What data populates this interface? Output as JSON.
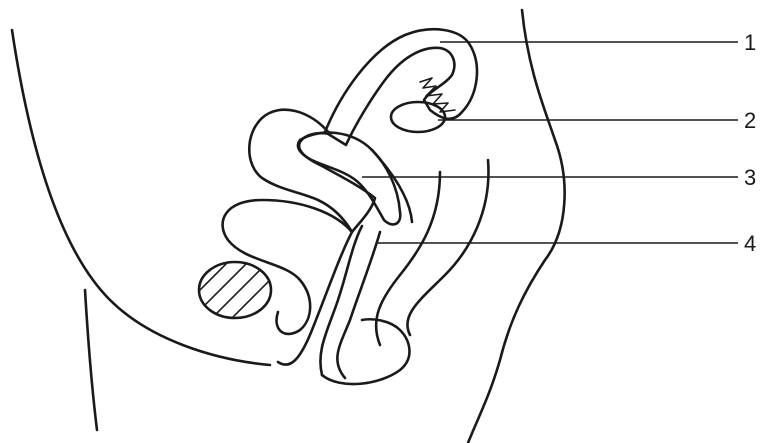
{
  "labels": [
    {
      "id": "1",
      "text": "1"
    },
    {
      "id": "2",
      "text": "2"
    },
    {
      "id": "3",
      "text": "3"
    },
    {
      "id": "4",
      "text": "4"
    }
  ],
  "colors": {
    "line": "#1a1a1a",
    "background": "#ffffff"
  }
}
